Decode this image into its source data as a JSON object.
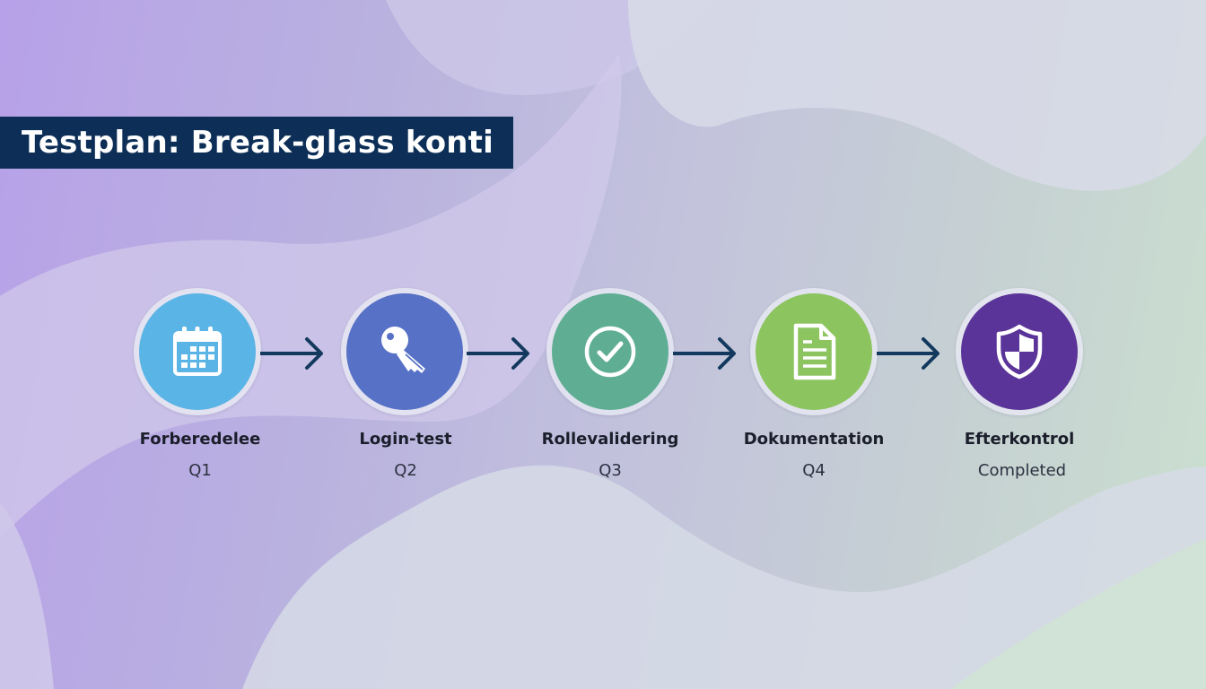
{
  "title": "Testplan: Break-glass konti",
  "colors": {
    "title_bar": "#0d2f57",
    "arrow": "#133a5e",
    "step1": "#5ab4e5",
    "step2": "#5671c6",
    "step3": "#5fae94",
    "step4": "#8cc45f",
    "step5": "#5a3499"
  },
  "steps": [
    {
      "label": "Forberedelee",
      "period": "Q1",
      "icon": "calendar-icon"
    },
    {
      "label": "Login-test",
      "period": "Q2",
      "icon": "key-icon"
    },
    {
      "label": "Rollevalidering",
      "period": "Q3",
      "icon": "check-circle-icon"
    },
    {
      "label": "Dokumentation",
      "period": "Q4",
      "icon": "document-icon"
    },
    {
      "label": "Efterkontrol",
      "period": "Completed",
      "icon": "shield-icon"
    }
  ]
}
